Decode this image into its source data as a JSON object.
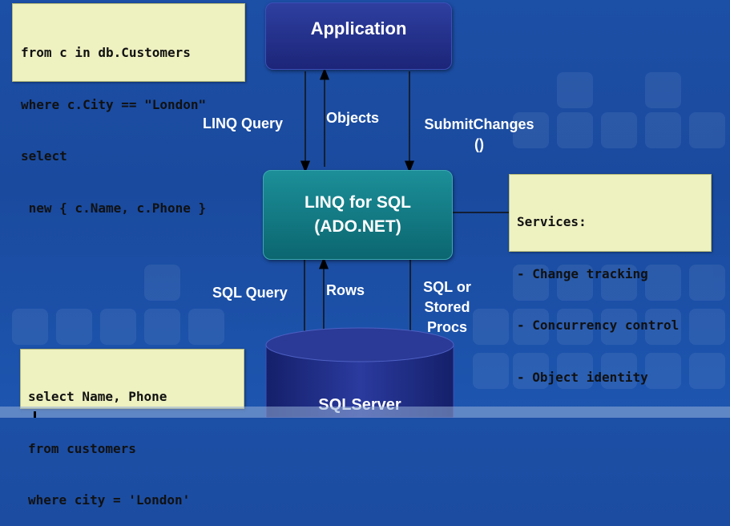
{
  "diagram": {
    "application_label": "Application",
    "linq_box": {
      "line1": "LINQ for SQL",
      "line2": "(ADO.NET)"
    },
    "database_label": "SQLServer",
    "labels": {
      "linq_query": "LINQ Query",
      "objects": "Objects",
      "submit_changes_line1": "SubmitChanges",
      "submit_changes_line2": "()",
      "sql_query": "SQL Query",
      "rows": "Rows",
      "sql_or": "SQL or",
      "stored": "Stored",
      "procs": "Procs"
    },
    "linq_code": [
      "from c in db.Customers",
      "where c.City == \"London\"",
      "select",
      " new { c.Name, c.Phone }"
    ],
    "services_code": [
      "Services:",
      "- Change tracking",
      "- Concurrency control",
      "- Object identity"
    ],
    "sql_code": [
      "select Name, Phone",
      "from customers",
      "where city = 'London'"
    ]
  },
  "colors": {
    "background": "#1c4fa6",
    "application_box": "#2e3fa0",
    "linq_box": "#1c8f98",
    "database": "#1c2578",
    "code_box": "#eef1c0"
  }
}
